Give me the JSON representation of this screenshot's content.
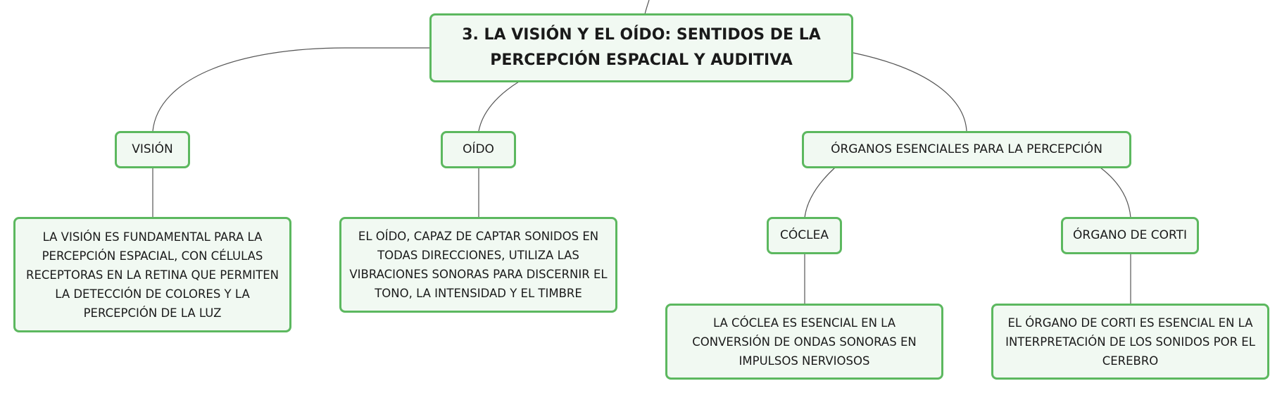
{
  "diagram": {
    "type": "mind-map",
    "colors": {
      "border": "#5cb85f",
      "fill": "#f1f9f2",
      "line": "#555555",
      "text": "#1a1a1a"
    },
    "root": {
      "text": "3. LA VISIÓN Y EL OÍDO: SENTIDOS DE LA PERCEPCIÓN ESPACIAL Y AUDITIVA"
    },
    "nodes": {
      "vision": {
        "text": "VISIÓN"
      },
      "oido": {
        "text": "OÍDO"
      },
      "organos": {
        "text": "ÓRGANOS ESENCIALES PARA LA PERCEPCIÓN"
      },
      "vision_desc": {
        "text": "LA VISIÓN ES FUNDAMENTAL PARA LA PERCEPCIÓN ESPACIAL, CON CÉLULAS RECEPTORAS EN LA RETINA QUE PERMITEN LA DETECCIÓN DE COLORES Y LA PERCEPCIÓN DE LA LUZ"
      },
      "oido_desc": {
        "text": "EL OÍDO, CAPAZ DE CAPTAR SONIDOS EN TODAS DIRECCIONES, UTILIZA LAS VIBRACIONES SONORAS PARA DISCERNIR EL TONO, LA INTENSIDAD Y EL TIMBRE"
      },
      "coclea": {
        "text": "CÓCLEA"
      },
      "corti": {
        "text": "ÓRGANO DE CORTI"
      },
      "coclea_desc": {
        "text": "LA CÓCLEA ES ESENCIAL EN LA CONVERSIÓN DE ONDAS SONORAS EN IMPULSOS NERVIOSOS"
      },
      "corti_desc": {
        "text": "EL ÓRGANO DE CORTI ES ESENCIAL EN LA INTERPRETACIÓN DE LOS SONIDOS POR EL CEREBRO"
      }
    },
    "edges": [
      [
        "root",
        "vision"
      ],
      [
        "root",
        "oido"
      ],
      [
        "root",
        "organos"
      ],
      [
        "vision",
        "vision_desc"
      ],
      [
        "oido",
        "oido_desc"
      ],
      [
        "organos",
        "coclea"
      ],
      [
        "organos",
        "corti"
      ],
      [
        "coclea",
        "coclea_desc"
      ],
      [
        "corti",
        "corti_desc"
      ]
    ]
  }
}
